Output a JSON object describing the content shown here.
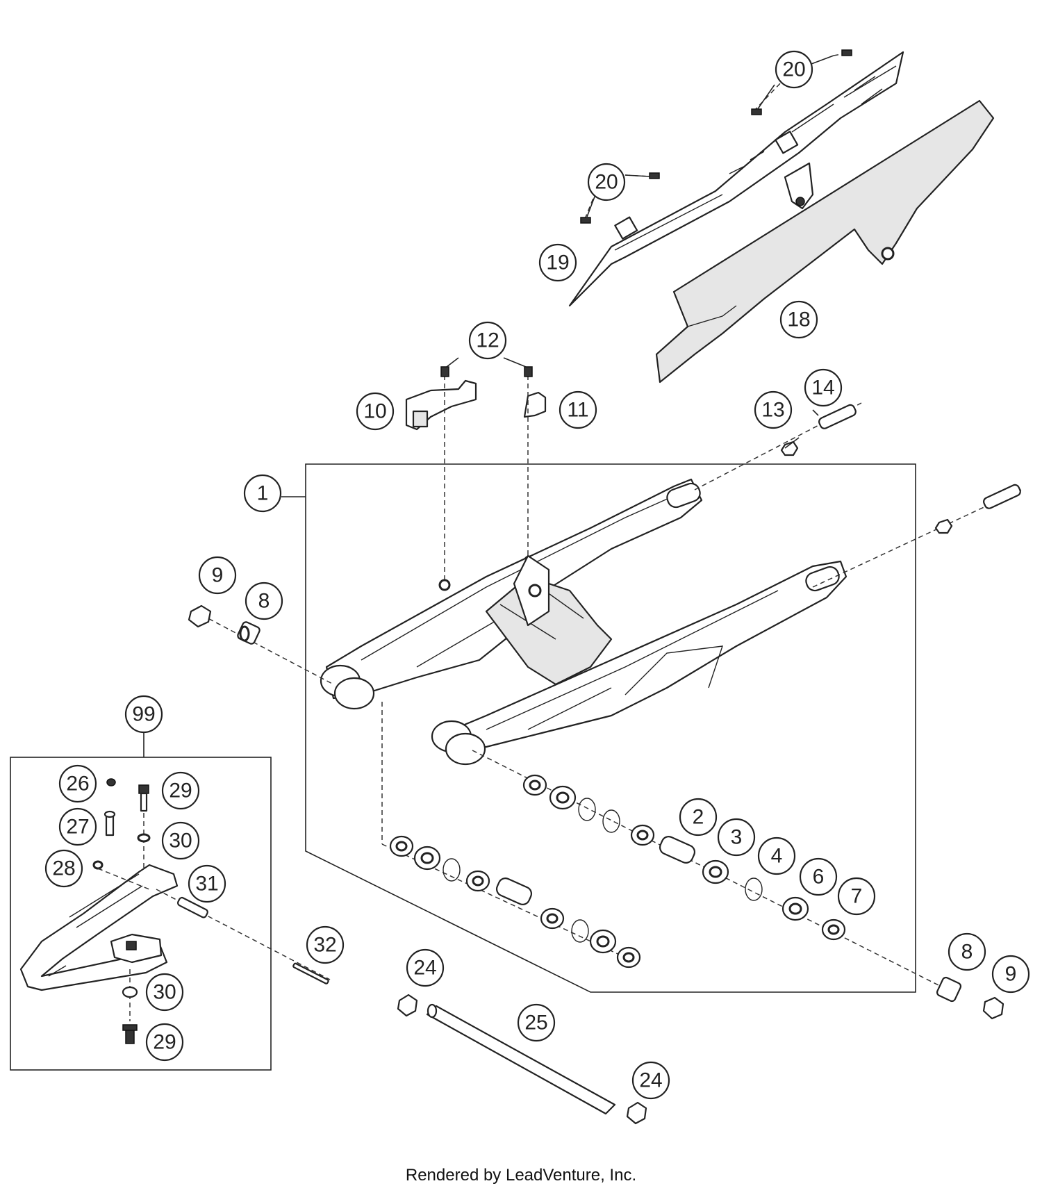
{
  "callouts": [
    {
      "label": "20"
    },
    {
      "label": "20"
    },
    {
      "label": "19"
    },
    {
      "label": "18"
    },
    {
      "label": "12"
    },
    {
      "label": "10"
    },
    {
      "label": "11"
    },
    {
      "label": "13"
    },
    {
      "label": "14"
    },
    {
      "label": "1"
    },
    {
      "label": "9"
    },
    {
      "label": "8"
    },
    {
      "label": "99"
    },
    {
      "label": "26"
    },
    {
      "label": "29"
    },
    {
      "label": "27"
    },
    {
      "label": "30"
    },
    {
      "label": "28"
    },
    {
      "label": "31"
    },
    {
      "label": "2"
    },
    {
      "label": "3"
    },
    {
      "label": "4"
    },
    {
      "label": "6"
    },
    {
      "label": "7"
    },
    {
      "label": "32"
    },
    {
      "label": "24"
    },
    {
      "label": "25"
    },
    {
      "label": "30"
    },
    {
      "label": "29"
    },
    {
      "label": "8"
    },
    {
      "label": "9"
    },
    {
      "label": "24"
    }
  ],
  "credit": "Rendered by LeadVenture, Inc."
}
